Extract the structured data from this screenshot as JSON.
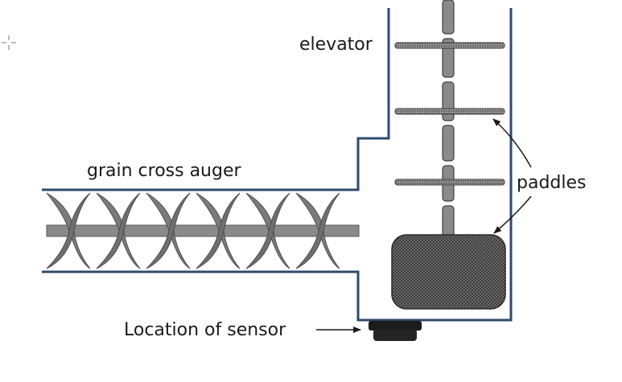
{
  "diagram": {
    "labels": {
      "elevator": "elevator",
      "cross_auger": "grain cross auger",
      "paddles": "paddles",
      "sensor": "Location of sensor"
    },
    "colors": {
      "wall": "#2f4a6e",
      "auger_flight": "#7b7b7b",
      "shaft": "#7a7a7a",
      "paddle_fill": "#9a9a9a",
      "boot_fill": "#4a4a4a",
      "sensor_fill": "#1c1c1c",
      "text": "#1a1a1a"
    },
    "icons": {
      "crosshair": "crosshair-icon"
    }
  }
}
